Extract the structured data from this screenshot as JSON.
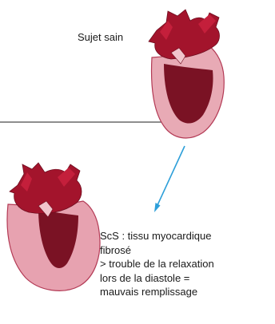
{
  "healthy": {
    "label": "Sujet sain"
  },
  "ssc": {
    "caption_lines": [
      "ScS : tissu myocardique",
      "fibrosé",
      "> trouble de la relaxation",
      "lors de la diastole =",
      "mauvais remplissage"
    ]
  },
  "colors": {
    "myocardium_outer": "#e8aab5",
    "myocardium_thin": "#e7a2b0",
    "lumen": "#7a1224",
    "atria": "#a3142c",
    "vessels": "#b61a32",
    "arrow": "#2d9fd9",
    "line": "#4a4a4a"
  }
}
